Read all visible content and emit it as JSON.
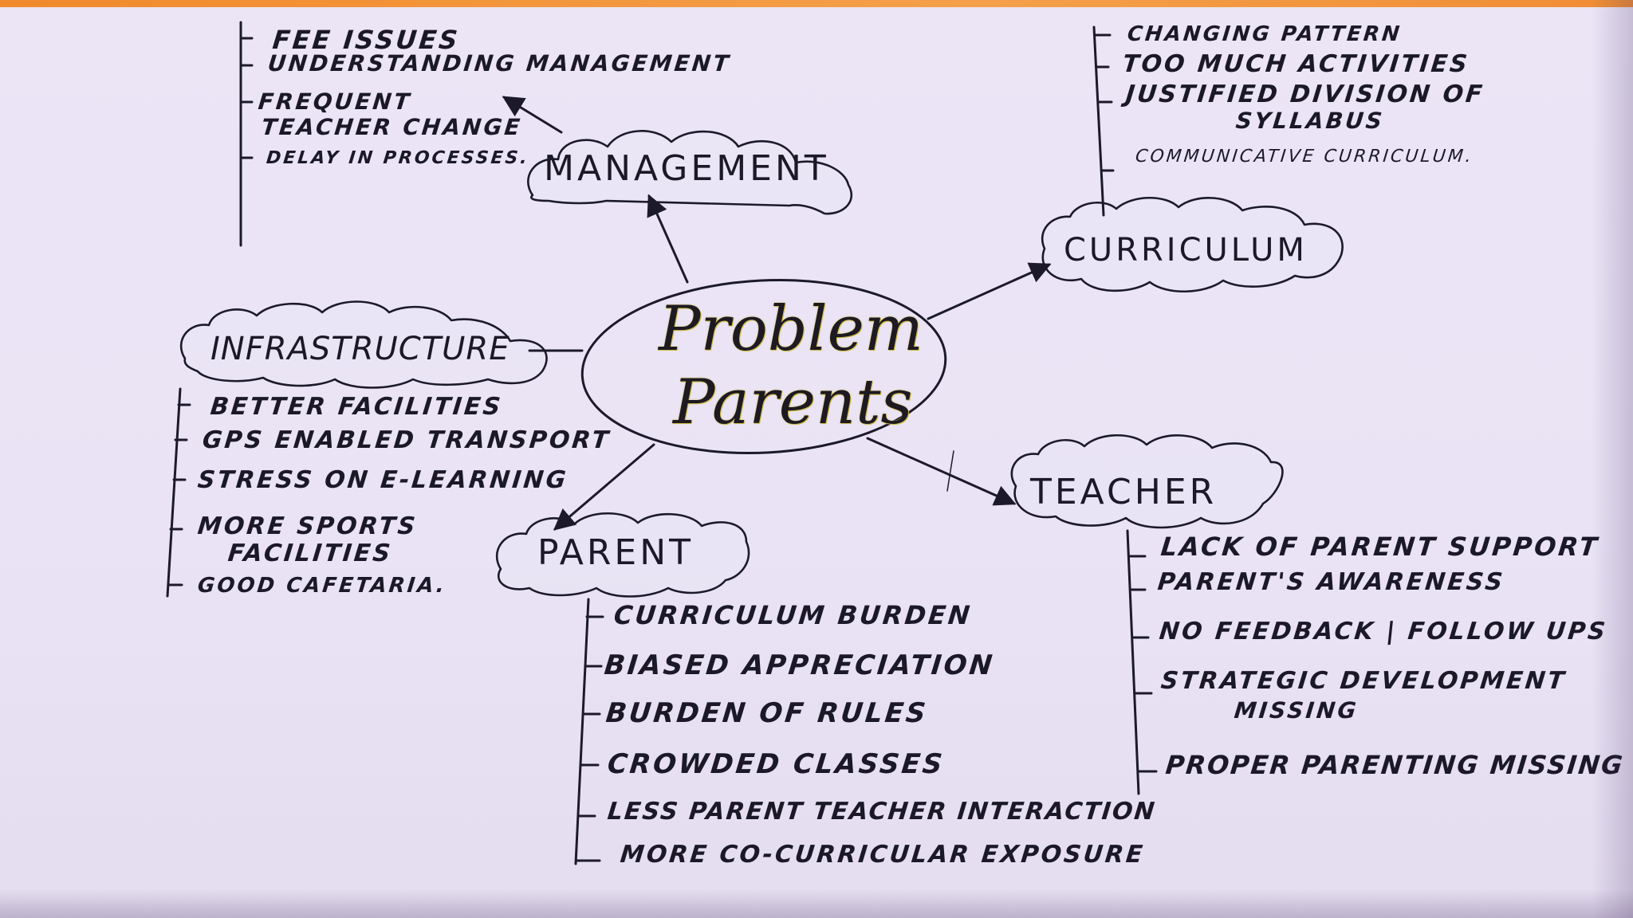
{
  "central": {
    "line1": "Problem",
    "line2": "Parents"
  },
  "nodes": {
    "management": "MANAGEMENT",
    "curriculum": "CURRICULUM",
    "infrastructure": "INFRASTRUCTURE",
    "parent": "PARENT",
    "teacher": "TEACHER"
  },
  "management_items": [
    "FEE ISSUES",
    "UNDERSTANDING MANAGEMENT",
    "FREQUENT",
    "TEACHER CHANGE",
    "DELAY IN PROCESSES."
  ],
  "curriculum_items": [
    "CHANGING PATTERN",
    "TOO MUCH ACTIVITIES",
    "JUSTIFIED DIVISION OF",
    "SYLLABUS",
    "COMMUNICATIVE CURRICULUM."
  ],
  "infrastructure_items": [
    "BETTER FACILITIES",
    "GPS ENABLED TRANSPORT",
    "STRESS ON E-LEARNING",
    "MORE SPORTS",
    "FACILITIES",
    "GOOD CAFETARIA."
  ],
  "parent_items": [
    "CURRICULUM BURDEN",
    "BIASED APPRECIATION",
    "BURDEN OF RULES",
    "CROWDED CLASSES",
    "LESS PARENT TEACHER INTERACTION",
    "MORE CO-CURRICULAR EXPOSURE"
  ],
  "teacher_items": [
    "LACK OF PARENT SUPPORT",
    "PARENT'S AWARENESS",
    "NO FEEDBACK | FOLLOW UPS",
    "STRATEGIC DEVELOPMENT",
    "MISSING",
    "PROPER PARENTING MISSING"
  ]
}
